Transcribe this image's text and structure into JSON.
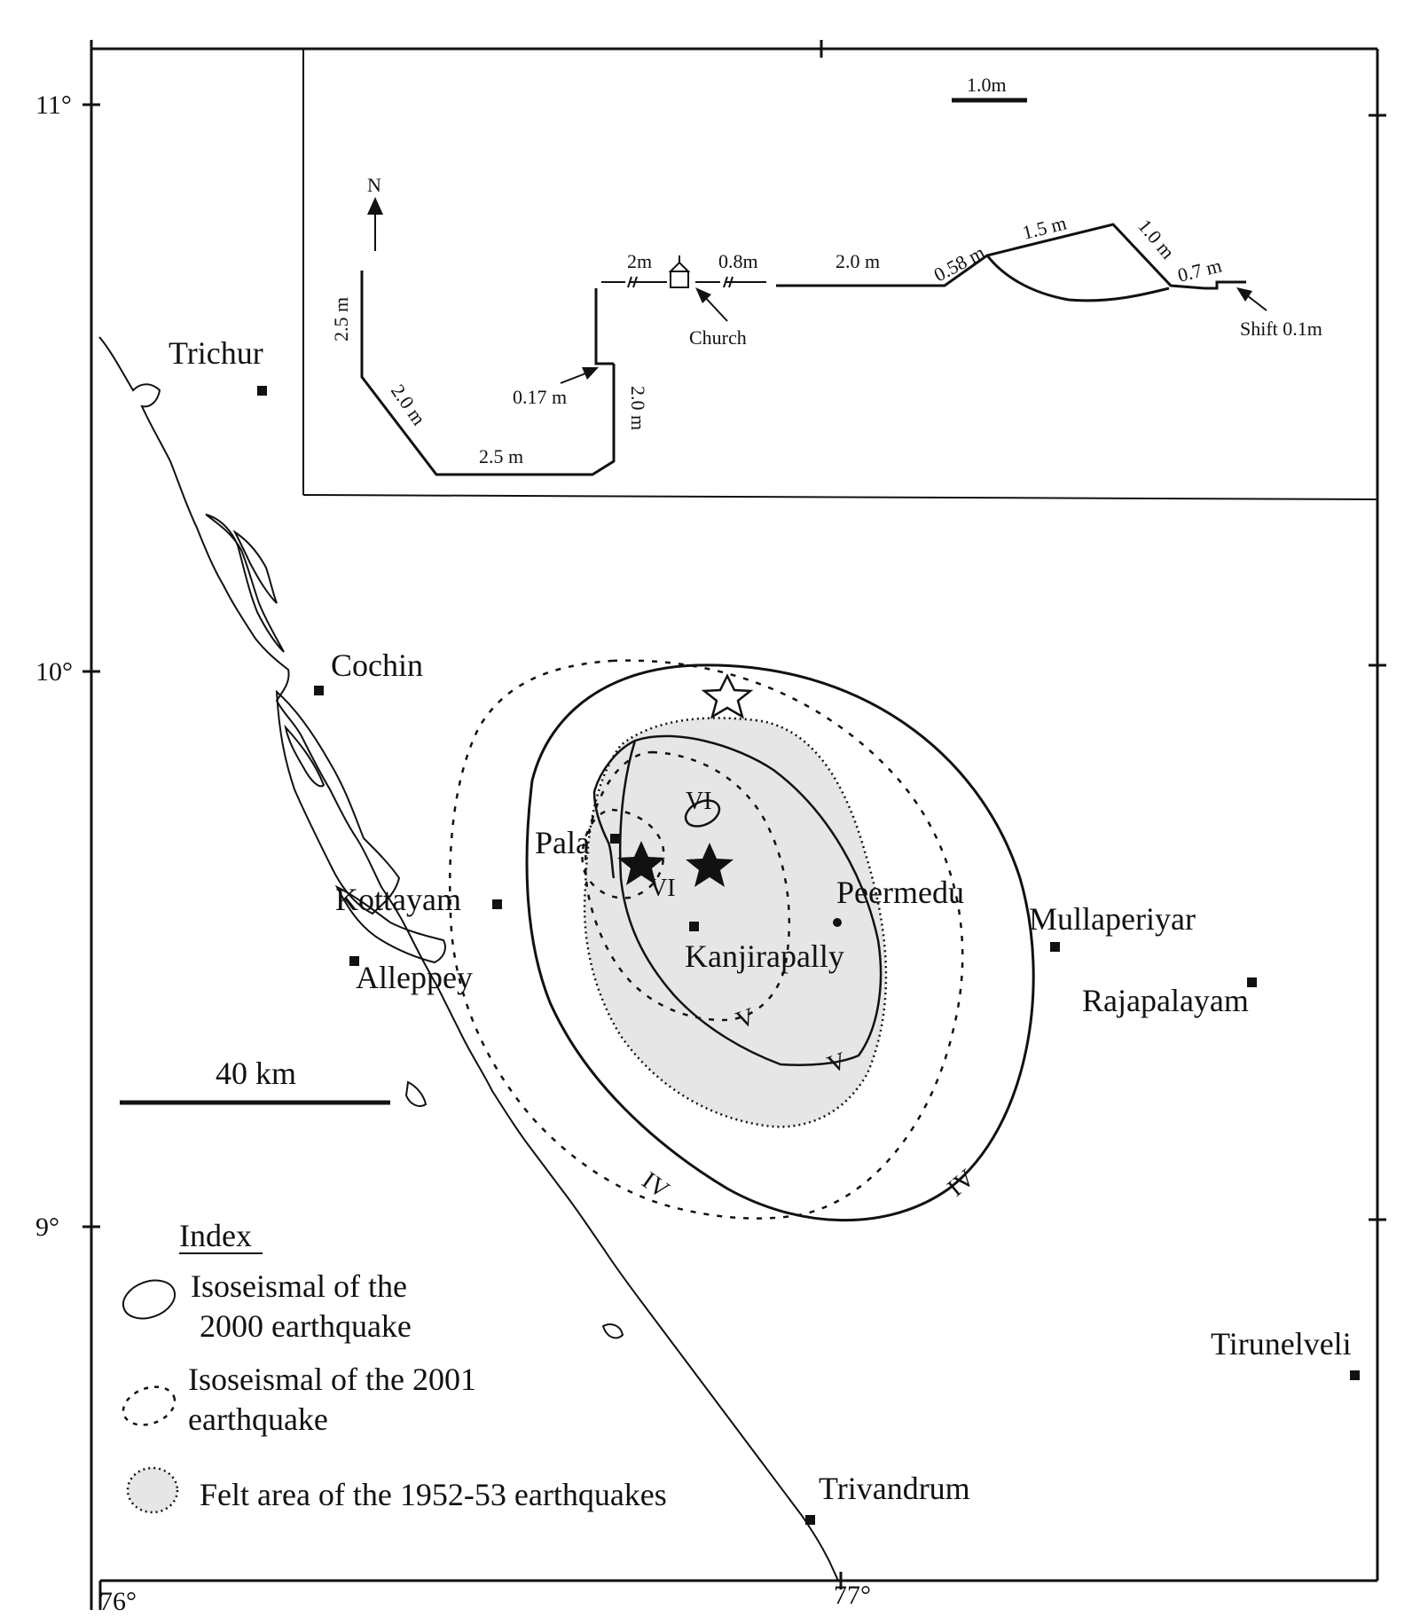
{
  "map": {
    "latitudes": {
      "lat11": "11°",
      "lat10": "10°",
      "lat9": "9°"
    },
    "longitudes": {
      "lon76": "76°",
      "lon77": "77°"
    },
    "towns": {
      "trichur": "Trichur",
      "cochin": "Cochin",
      "kottayam": "Kottayam",
      "alleppey": "Alleppey",
      "pala": "Pala",
      "peermedu": "Peermedu",
      "kanjirapally": "Kanjirapally",
      "mullaperiyar": "Mullaperiyar",
      "rajapalayam": "Rajapalayam",
      "tirunelveli": "Tirunelveli",
      "trivandrum": "Trivandrum"
    },
    "scale_bar_label": "40 km",
    "intensity_labels": {
      "vi_upper": "VI",
      "vi_lower": "VI",
      "v_inner": "V",
      "v_outer": "V",
      "iv_left": "IV",
      "iv_right": "IV"
    },
    "colors": {
      "felt_area_fill": "#e6e6e6",
      "ink": "#111111"
    }
  },
  "inset": {
    "north_label": "N",
    "scale_label": "1.0m",
    "church_label": "Church",
    "shift_label": "Shift 0.1m",
    "measurements": {
      "m2_5_vert": "2.5 m",
      "m2_0_diag": "2.0 m",
      "m2_5_base": "2.5 m",
      "m0_17": "0.17 m",
      "m2_0_vert": "2.0 m",
      "m2m": "2m",
      "m0_8m": "0.8m",
      "m2_0_wall": "2.0 m",
      "m0_58": "0.58 m",
      "m1_5": "1.5 m",
      "m1_0": "1.0 m",
      "m0_7": "0.7 m"
    }
  },
  "legend": {
    "title": "Index",
    "item1_line1": "Isoseismal of the",
    "item1_line2": "2000 earthquake",
    "item2_line1": "Isoseismal of the 2001",
    "item2_line2": "earthquake",
    "item3": "Felt area of the 1952-53 earthquakes"
  }
}
